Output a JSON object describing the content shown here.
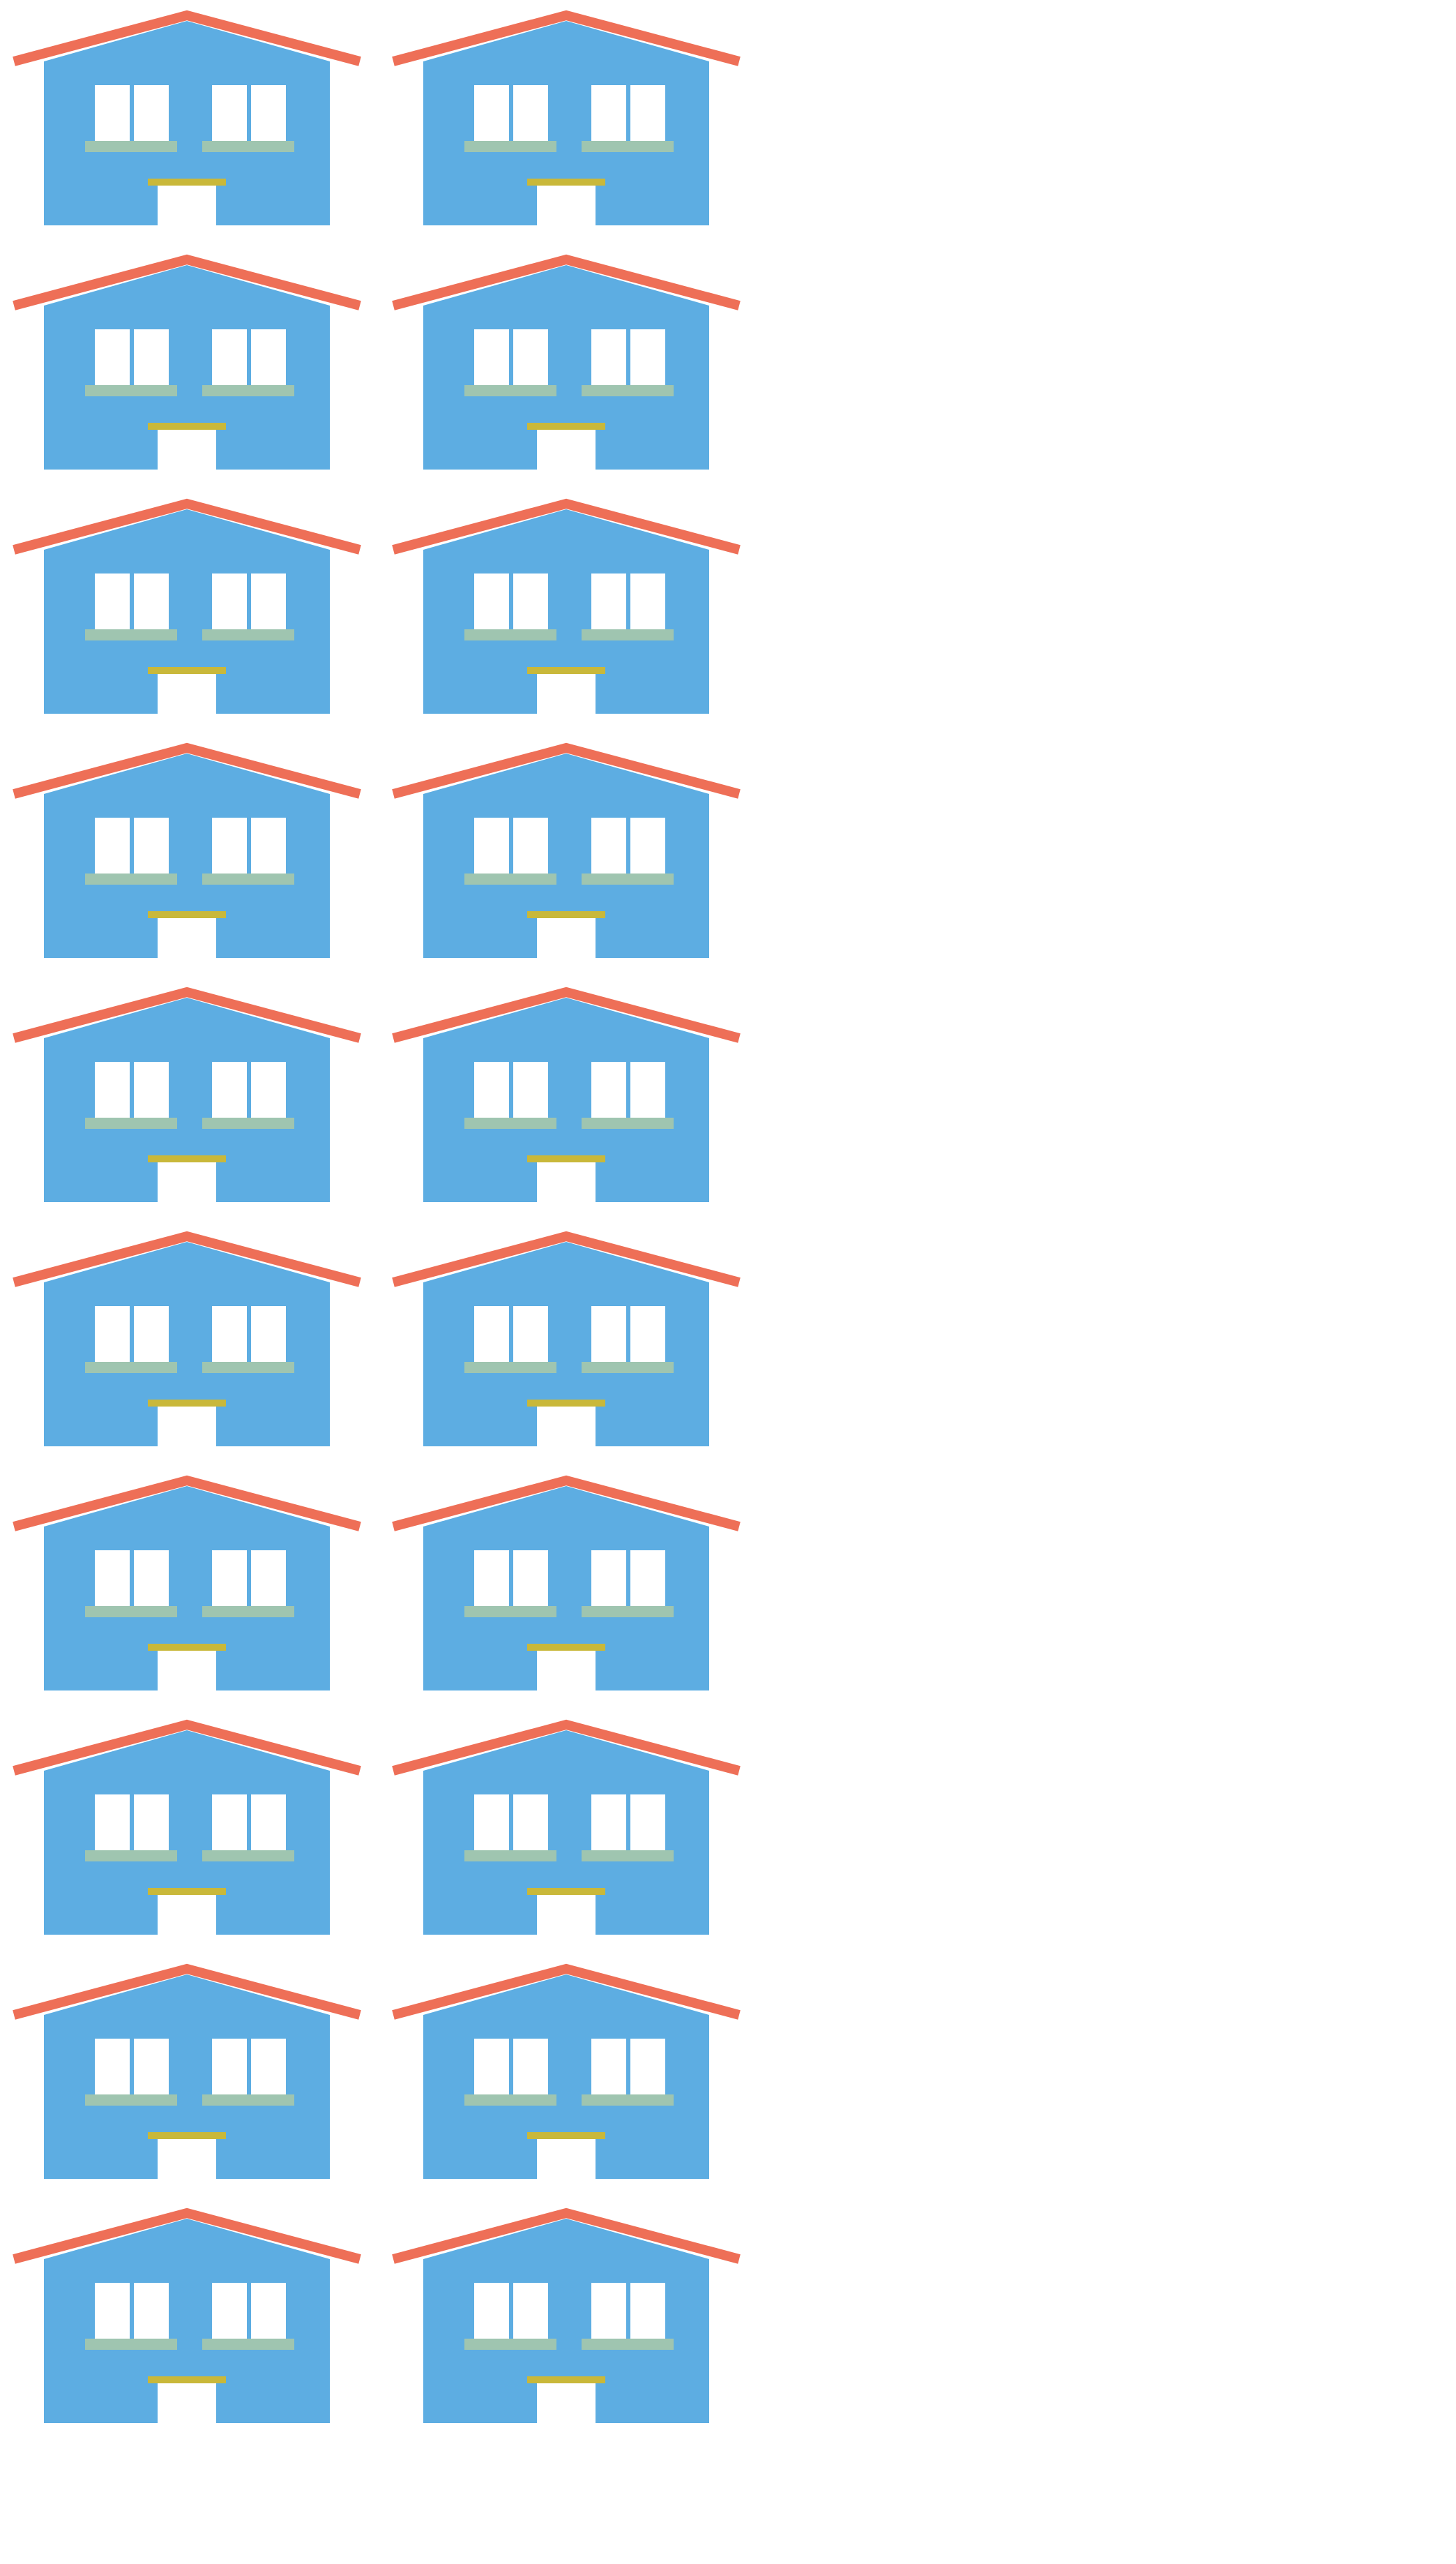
{
  "scene": {
    "background_color": "#ffffff",
    "icon_name": "house-icon",
    "rows": 10,
    "columns": 2,
    "house_count": 20
  },
  "colors": {
    "roof": "#EE6F57",
    "wall": "#5DADE2",
    "window": "#ffffff",
    "window_sill": "#9FC5B0",
    "door_header": "#C9B83A",
    "door": "#ffffff"
  }
}
